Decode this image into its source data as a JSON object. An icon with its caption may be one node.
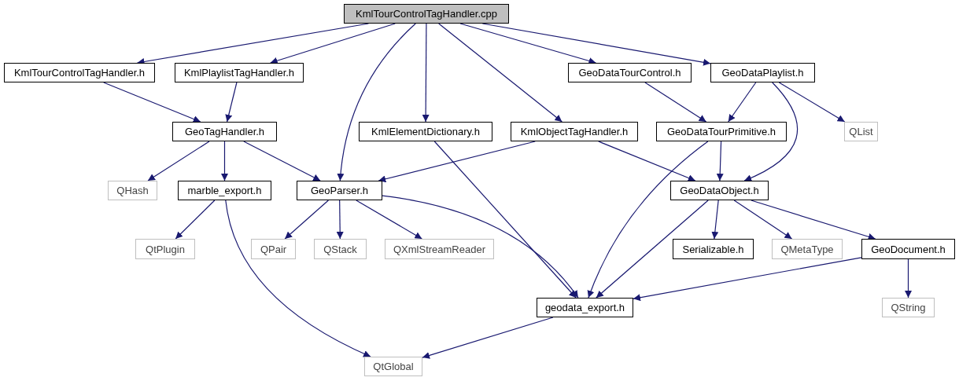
{
  "diagram": {
    "nodes": [
      {
        "text": [
          "KmlTourControlTagHandler.cpp"
        ]
      },
      {
        "text": [
          "KmlTourControlTagHandler.h"
        ]
      },
      {
        "text": [
          "KmlPlaylistTagHandler.h"
        ]
      },
      {
        "text": [
          "GeoDataTourControl.h"
        ]
      },
      {
        "text": [
          "GeoDataPlaylist.h"
        ]
      },
      {
        "text": [
          "GeoTagHandler.h"
        ]
      },
      {
        "text": [
          "KmlElementDictionary.h"
        ]
      },
      {
        "text": [
          "KmlObjectTagHandler.h"
        ]
      },
      {
        "text": [
          "GeoDataTourPrimitive.h"
        ]
      },
      {
        "text": [
          "QList"
        ]
      },
      {
        "text": [
          "QHash"
        ]
      },
      {
        "text": [
          "marble_export.h"
        ]
      },
      {
        "text": [
          "GeoParser.h"
        ]
      },
      {
        "text": [
          "GeoDataObject.h"
        ]
      },
      {
        "text": [
          "QtPlugin"
        ]
      },
      {
        "text": [
          "QPair"
        ]
      },
      {
        "text": [
          "QStack"
        ]
      },
      {
        "text": [
          "QXmlStreamReader"
        ]
      },
      {
        "text": [
          "Serializable.h"
        ]
      },
      {
        "text": [
          "QMetaType"
        ]
      },
      {
        "text": [
          "GeoDocument.h"
        ]
      },
      {
        "text": [
          "geodata_export.h"
        ]
      },
      {
        "text": [
          "QString"
        ]
      },
      {
        "text": [
          "QtGlobal"
        ]
      }
    ],
    "edges": [
      {
        "from": 0,
        "to": 1,
        "arrow": "to"
      },
      {
        "from": 0,
        "to": 2,
        "arrow": "to"
      },
      {
        "from": 0,
        "to": 12,
        "arrow": "to"
      },
      {
        "from": 0,
        "to": 6,
        "arrow": "to"
      },
      {
        "from": 0,
        "to": 7,
        "arrow": "to"
      },
      {
        "from": 0,
        "to": 3,
        "arrow": "to"
      },
      {
        "from": 0,
        "to": 4,
        "arrow": "to"
      },
      {
        "from": 1,
        "to": 5,
        "arrow": "to"
      },
      {
        "from": 2,
        "to": 5,
        "arrow": "to"
      },
      {
        "from": 3,
        "to": 8,
        "arrow": "to"
      },
      {
        "from": 4,
        "to": 8,
        "arrow": "to"
      },
      {
        "from": 4,
        "to": 13,
        "arrow": "to"
      },
      {
        "from": 4,
        "to": 9,
        "arrow": "to"
      },
      {
        "from": 5,
        "to": 10,
        "arrow": "to"
      },
      {
        "from": 5,
        "to": 11,
        "arrow": "to"
      },
      {
        "from": 5,
        "to": 12,
        "arrow": "to"
      },
      {
        "from": 6,
        "to": 21,
        "arrow": "to"
      },
      {
        "from": 7,
        "to": 12,
        "arrow": "to"
      },
      {
        "from": 7,
        "to": 13,
        "arrow": "to"
      },
      {
        "from": 8,
        "to": 13,
        "arrow": "to"
      },
      {
        "from": 8,
        "to": 21,
        "arrow": "to"
      },
      {
        "from": 11,
        "to": 14,
        "arrow": "to"
      },
      {
        "from": 11,
        "to": 23,
        "arrow": "to"
      },
      {
        "from": 12,
        "to": 15,
        "arrow": "to"
      },
      {
        "from": 12,
        "to": 16,
        "arrow": "to"
      },
      {
        "from": 12,
        "to": 17,
        "arrow": "to"
      },
      {
        "from": 12,
        "to": 21,
        "arrow": "to"
      },
      {
        "from": 13,
        "to": 18,
        "arrow": "to"
      },
      {
        "from": 13,
        "to": 19,
        "arrow": "to"
      },
      {
        "from": 13,
        "to": 20,
        "arrow": "to"
      },
      {
        "from": 13,
        "to": 21,
        "arrow": "to"
      },
      {
        "from": 20,
        "to": 22,
        "arrow": "to"
      },
      {
        "from": 20,
        "to": 21,
        "arrow": "to"
      },
      {
        "from": 21,
        "to": 23,
        "arrow": "to"
      }
    ]
  }
}
